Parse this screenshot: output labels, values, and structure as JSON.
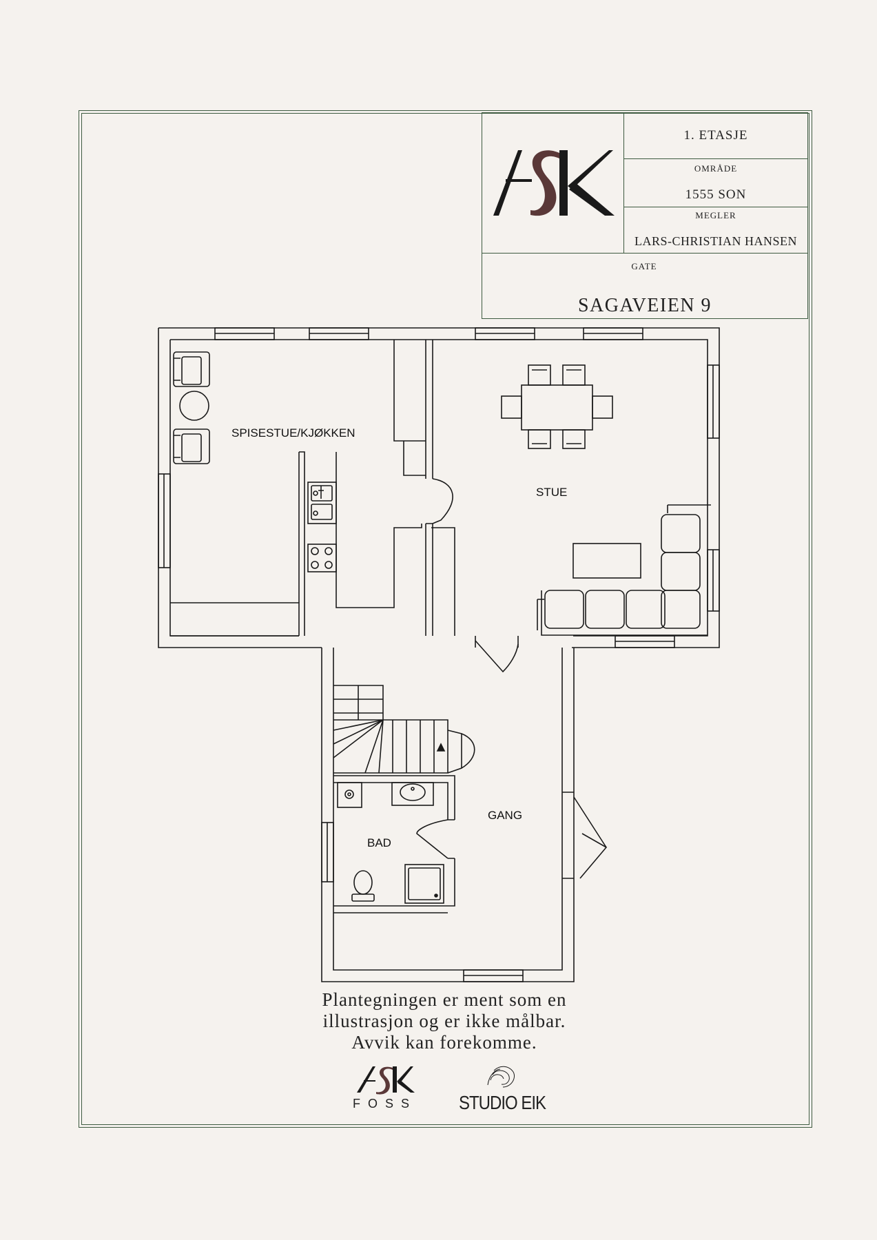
{
  "title_block": {
    "floor": "1. ETASJE",
    "area_label": "OMRÅDE",
    "area_value": "1555 SON",
    "broker_label": "MEGLER",
    "broker_value": "LARS-CHRISTIAN HANSEN",
    "street_label": "GATE",
    "street_value": "SAGAVEIEN 9"
  },
  "logo": {
    "brand": "ASK",
    "footer_brand": "ASK",
    "footer_sub": "FOSS",
    "partner": "STUDIO EIK"
  },
  "rooms": {
    "kitchen": "SPISESTUE/KJØKKEN",
    "living": "STUE",
    "hall": "GANG",
    "bath": "BAD"
  },
  "disclaimer": {
    "line1": "Plantegningen er ment som en",
    "line2": "illustrasjon og er ikke målbar.",
    "line3": "Avvik kan forekomme."
  },
  "colors": {
    "frame": "#3d5a40",
    "background": "#f5f2ee",
    "ink": "#1a1a1a",
    "accent": "#5a3838"
  }
}
